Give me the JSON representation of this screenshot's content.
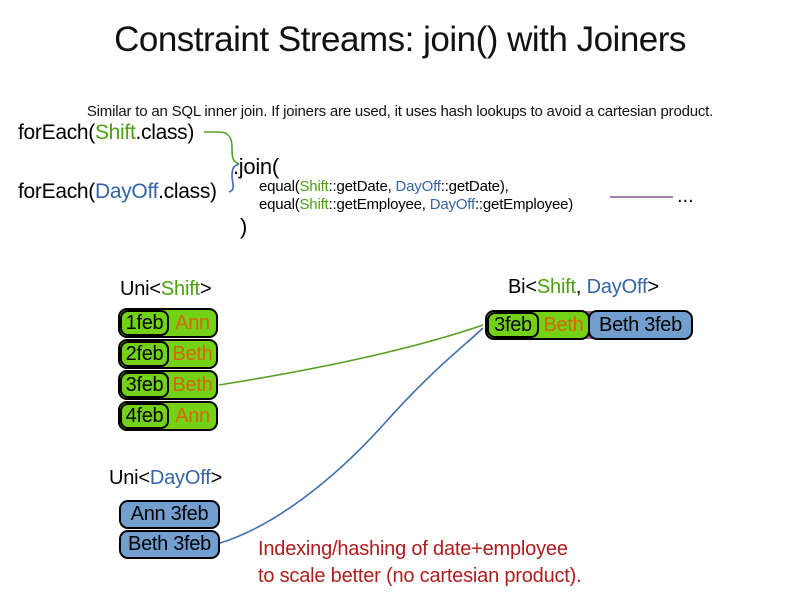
{
  "slide": {
    "title": "Constraint Streams: join() with Joiners",
    "subtitle": "Similar to an SQL inner join. If joiners are used, it uses hash lookups to avoid a cartesian product."
  },
  "code": {
    "foreach_shift": {
      "pre": "forEach(",
      "class_name": "Shift",
      "post": ".class)"
    },
    "foreach_dayoff": {
      "pre": "forEach(",
      "class_name": "DayOff",
      "post": ".class)"
    },
    "join_open": ".join(",
    "joiner_date": {
      "pre": "equal(",
      "left_class": "Shift",
      "left_rest": "::getDate, ",
      "right_class": "DayOff",
      "right_rest": "::getDate),"
    },
    "joiner_employee": {
      "pre": "equal(",
      "left_class": "Shift",
      "left_rest": "::getEmployee, ",
      "right_class": "DayOff",
      "right_rest": "::getEmployee)"
    },
    "join_close": ")",
    "ellipsis": "..."
  },
  "uni_shift": {
    "label": {
      "pre": "Uni<",
      "type": "Shift",
      "post": ">"
    },
    "rows": [
      {
        "date": "1feb",
        "employee": "Ann"
      },
      {
        "date": "2feb",
        "employee": "Beth"
      },
      {
        "date": "3feb",
        "employee": "Beth"
      },
      {
        "date": "4feb",
        "employee": "Ann"
      }
    ]
  },
  "bi_stream": {
    "label": {
      "pre": "Bi<",
      "type1": "Shift",
      "sep": ", ",
      "type2": "DayOff",
      "post": ">"
    },
    "row": {
      "date": "3feb",
      "employee": "Beth",
      "dayoff": "Beth 3feb"
    }
  },
  "uni_dayoff": {
    "label": {
      "pre": "Uni<",
      "type": "DayOff",
      "post": ">"
    },
    "rows": [
      {
        "text": "Ann 3feb"
      },
      {
        "text": "Beth 3feb"
      }
    ]
  },
  "note": {
    "line1": "Indexing/hashing of date+employee",
    "line2": "to scale better (no cartesian product)."
  },
  "colors": {
    "shift_green_fill": "#73d216",
    "dayoff_blue_fill": "#729fcf",
    "shift_text_green": "#4aa10e",
    "dayoff_text_blue": "#3465a4",
    "employee_orange": "#d9650f",
    "note_red": "#b01c1c",
    "connector_green": "#55a025",
    "connector_blue": "#3d6cb0",
    "continuation_purple": "#7d5b8f"
  }
}
